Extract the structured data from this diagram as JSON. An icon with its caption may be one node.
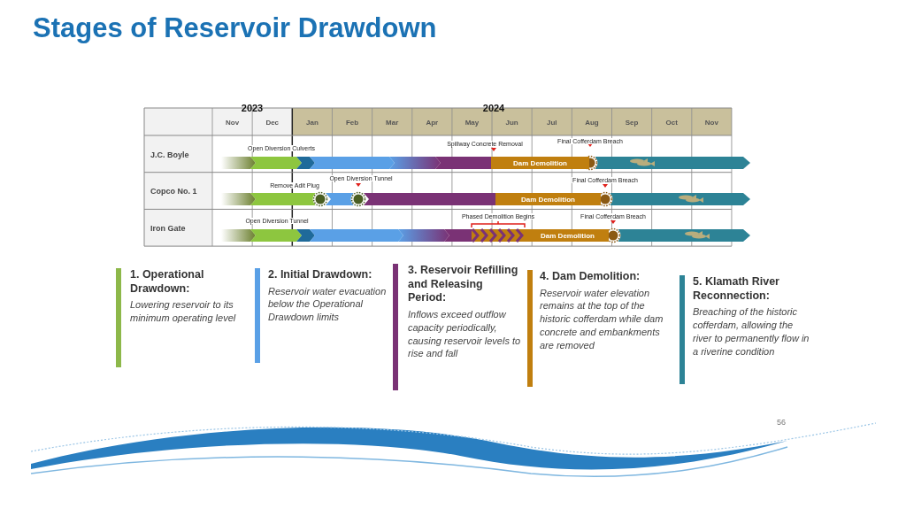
{
  "diagram": {
    "title": "Stages of Reservoir Drawdown",
    "nodes": [
      {
        "text": [
          "Dam Demolition"
        ]
      },
      {
        "text": [
          "Dam Demolition"
        ]
      },
      {
        "text": [
          "Dam Demolition"
        ]
      }
    ],
    "labels": [
      "2023",
      "2024",
      "Nov",
      "Dec",
      "Jan",
      "Feb",
      "Mar",
      "Apr",
      "May",
      "Jun",
      "Jul",
      "Aug",
      "Sep",
      "Oct",
      "Nov",
      "J.C. Boyle",
      "Open Diversion Culverts",
      "Spillway Concrete Removal",
      "Final Cofferdam Breach",
      "Copco No. 1",
      "Remove Adit Plug",
      "Open Diversion Tunnel",
      "Final Cofferdam Breach",
      "Iron Gate",
      "Open Diversion Tunnel",
      "Phased Demolition Begins",
      "Final Cofferdam Breach",
      "56"
    ],
    "legend": [
      {
        "text": "**1. Operational Drawdown:** *Lowering reservoir to its minimum operating level*",
        "color": "#8db84a"
      },
      {
        "text": "**2. Initial Drawdown:** *Reservoir water evacuation below the Operational Drawdown limits*",
        "color": "#5aa0e6"
      },
      {
        "text": "**3. Reservoir Refilling and Releasing Period:** *Inflows exceed outflow capacity periodically, causing reservoir levels to rise and fall*",
        "color": "#7a3275"
      },
      {
        "text": "**4. Dam Demolition:** *Reservoir water elevation remains at the top of the historic cofferdam while dam concrete and embankments are removed*",
        "color": "#c07f0f"
      },
      {
        "text": "**5. Klamath River Reconnection:** *Breaching of the historic cofferdam, allowing the river to permanently flow in a riverine condition*",
        "color": "#2d8396"
      }
    ]
  }
}
